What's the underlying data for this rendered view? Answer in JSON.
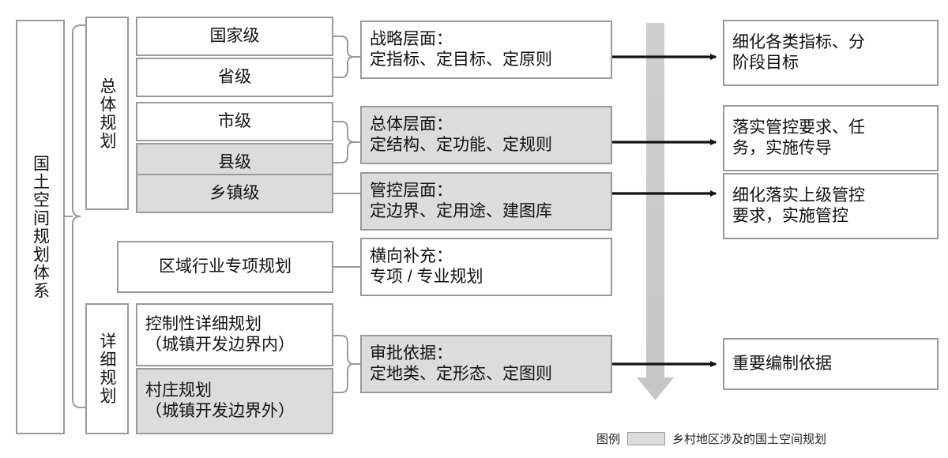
{
  "diagram": {
    "title": "国土空间规划体系",
    "root": {
      "label": "国土空间规划体系"
    },
    "groups": [
      {
        "key": "overall",
        "label": "总体规划"
      },
      {
        "key": "detailed",
        "label": "详细规划"
      }
    ],
    "levels": [
      {
        "label": "国家级",
        "shaded": false
      },
      {
        "label": "省级",
        "shaded": false
      },
      {
        "label": "市级",
        "shaded": false
      },
      {
        "label": "县级",
        "shaded": true
      },
      {
        "label": "乡镇级",
        "shaded": true
      }
    ],
    "special_plan": {
      "label": "区域行业专项规划",
      "shaded": false
    },
    "detailed_plans": [
      {
        "label": "控制性详细规划\n（城镇开发边界内）",
        "shaded": false
      },
      {
        "label": "村庄规划\n（城镇开发边界外）",
        "shaded": true
      }
    ],
    "aspects": [
      {
        "label": "战略层面：\n定指标、定目标、定原则",
        "shaded": false
      },
      {
        "label": "总体层面：\n定结构、定功能、定规则",
        "shaded": true
      },
      {
        "label": "管控层面：\n定边界、定用途、建图库",
        "shaded": true
      },
      {
        "label": "横向补充：\n专项 / 专业规划",
        "shaded": false
      },
      {
        "label": "审批依据：\n定地类、定形态、定图则",
        "shaded": true
      }
    ],
    "outcomes": [
      {
        "label": "细化各类指标、分\n阶段目标",
        "shaded": false
      },
      {
        "label": "落实管控要求、任\n务，实施传导",
        "shaded": false
      },
      {
        "label": "细化落实上级管控\n要求，实施管控",
        "shaded": false
      },
      {
        "label": "重要编制依据",
        "shaded": false
      }
    ],
    "flow_arrow": {
      "name": "downward-gradient-arrow",
      "direction": "down"
    },
    "legend": {
      "title": "图例",
      "swatch_label": "乡村地区涉及的国土空间规划",
      "swatch_color": "#dcdcdc"
    },
    "colors": {
      "box_border": "#9a9a9a",
      "box_fill": "#ffffff",
      "shaded_fill": "#dcdcdc",
      "connector": "#9a9a9a",
      "arrow": "#111111",
      "flow_arrow": "#c8c8c8"
    }
  }
}
